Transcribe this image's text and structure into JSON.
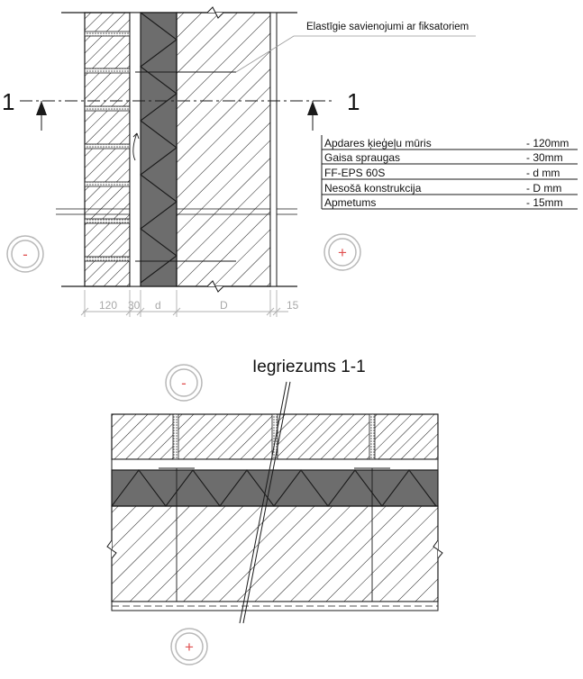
{
  "plan_view": {
    "annotation": "Elastīgie savienojumi ar fiksatoriem",
    "section_marker_left": "1",
    "section_marker_right": "1",
    "side_inner_symbol": "-",
    "side_outer_symbol": "+",
    "layers_table": [
      {
        "name": "Apdares ķieģeļu mūris",
        "value": "- 120mm"
      },
      {
        "name": "Gaisa spraugas",
        "value": "- 30mm"
      },
      {
        "name": "FF-EPS 60S",
        "value": "- d mm"
      },
      {
        "name": "Nesošā konstrukcija",
        "value": "- D mm"
      },
      {
        "name": "Apmetums",
        "value": "- 15mm"
      }
    ],
    "dimensions": [
      "120",
      "30",
      "d",
      "D",
      "15"
    ]
  },
  "section_view": {
    "title": "Iegriezums 1-1",
    "side_top_symbol": "-",
    "side_bottom_symbol": "+"
  },
  "colors": {
    "line": "#1a1a1a",
    "insulation": "#6d6d6d",
    "mortar": "#9a9a9a",
    "sign": "#e05050",
    "circle": "#b8b8b8",
    "dimension": "#b0b0b0"
  }
}
